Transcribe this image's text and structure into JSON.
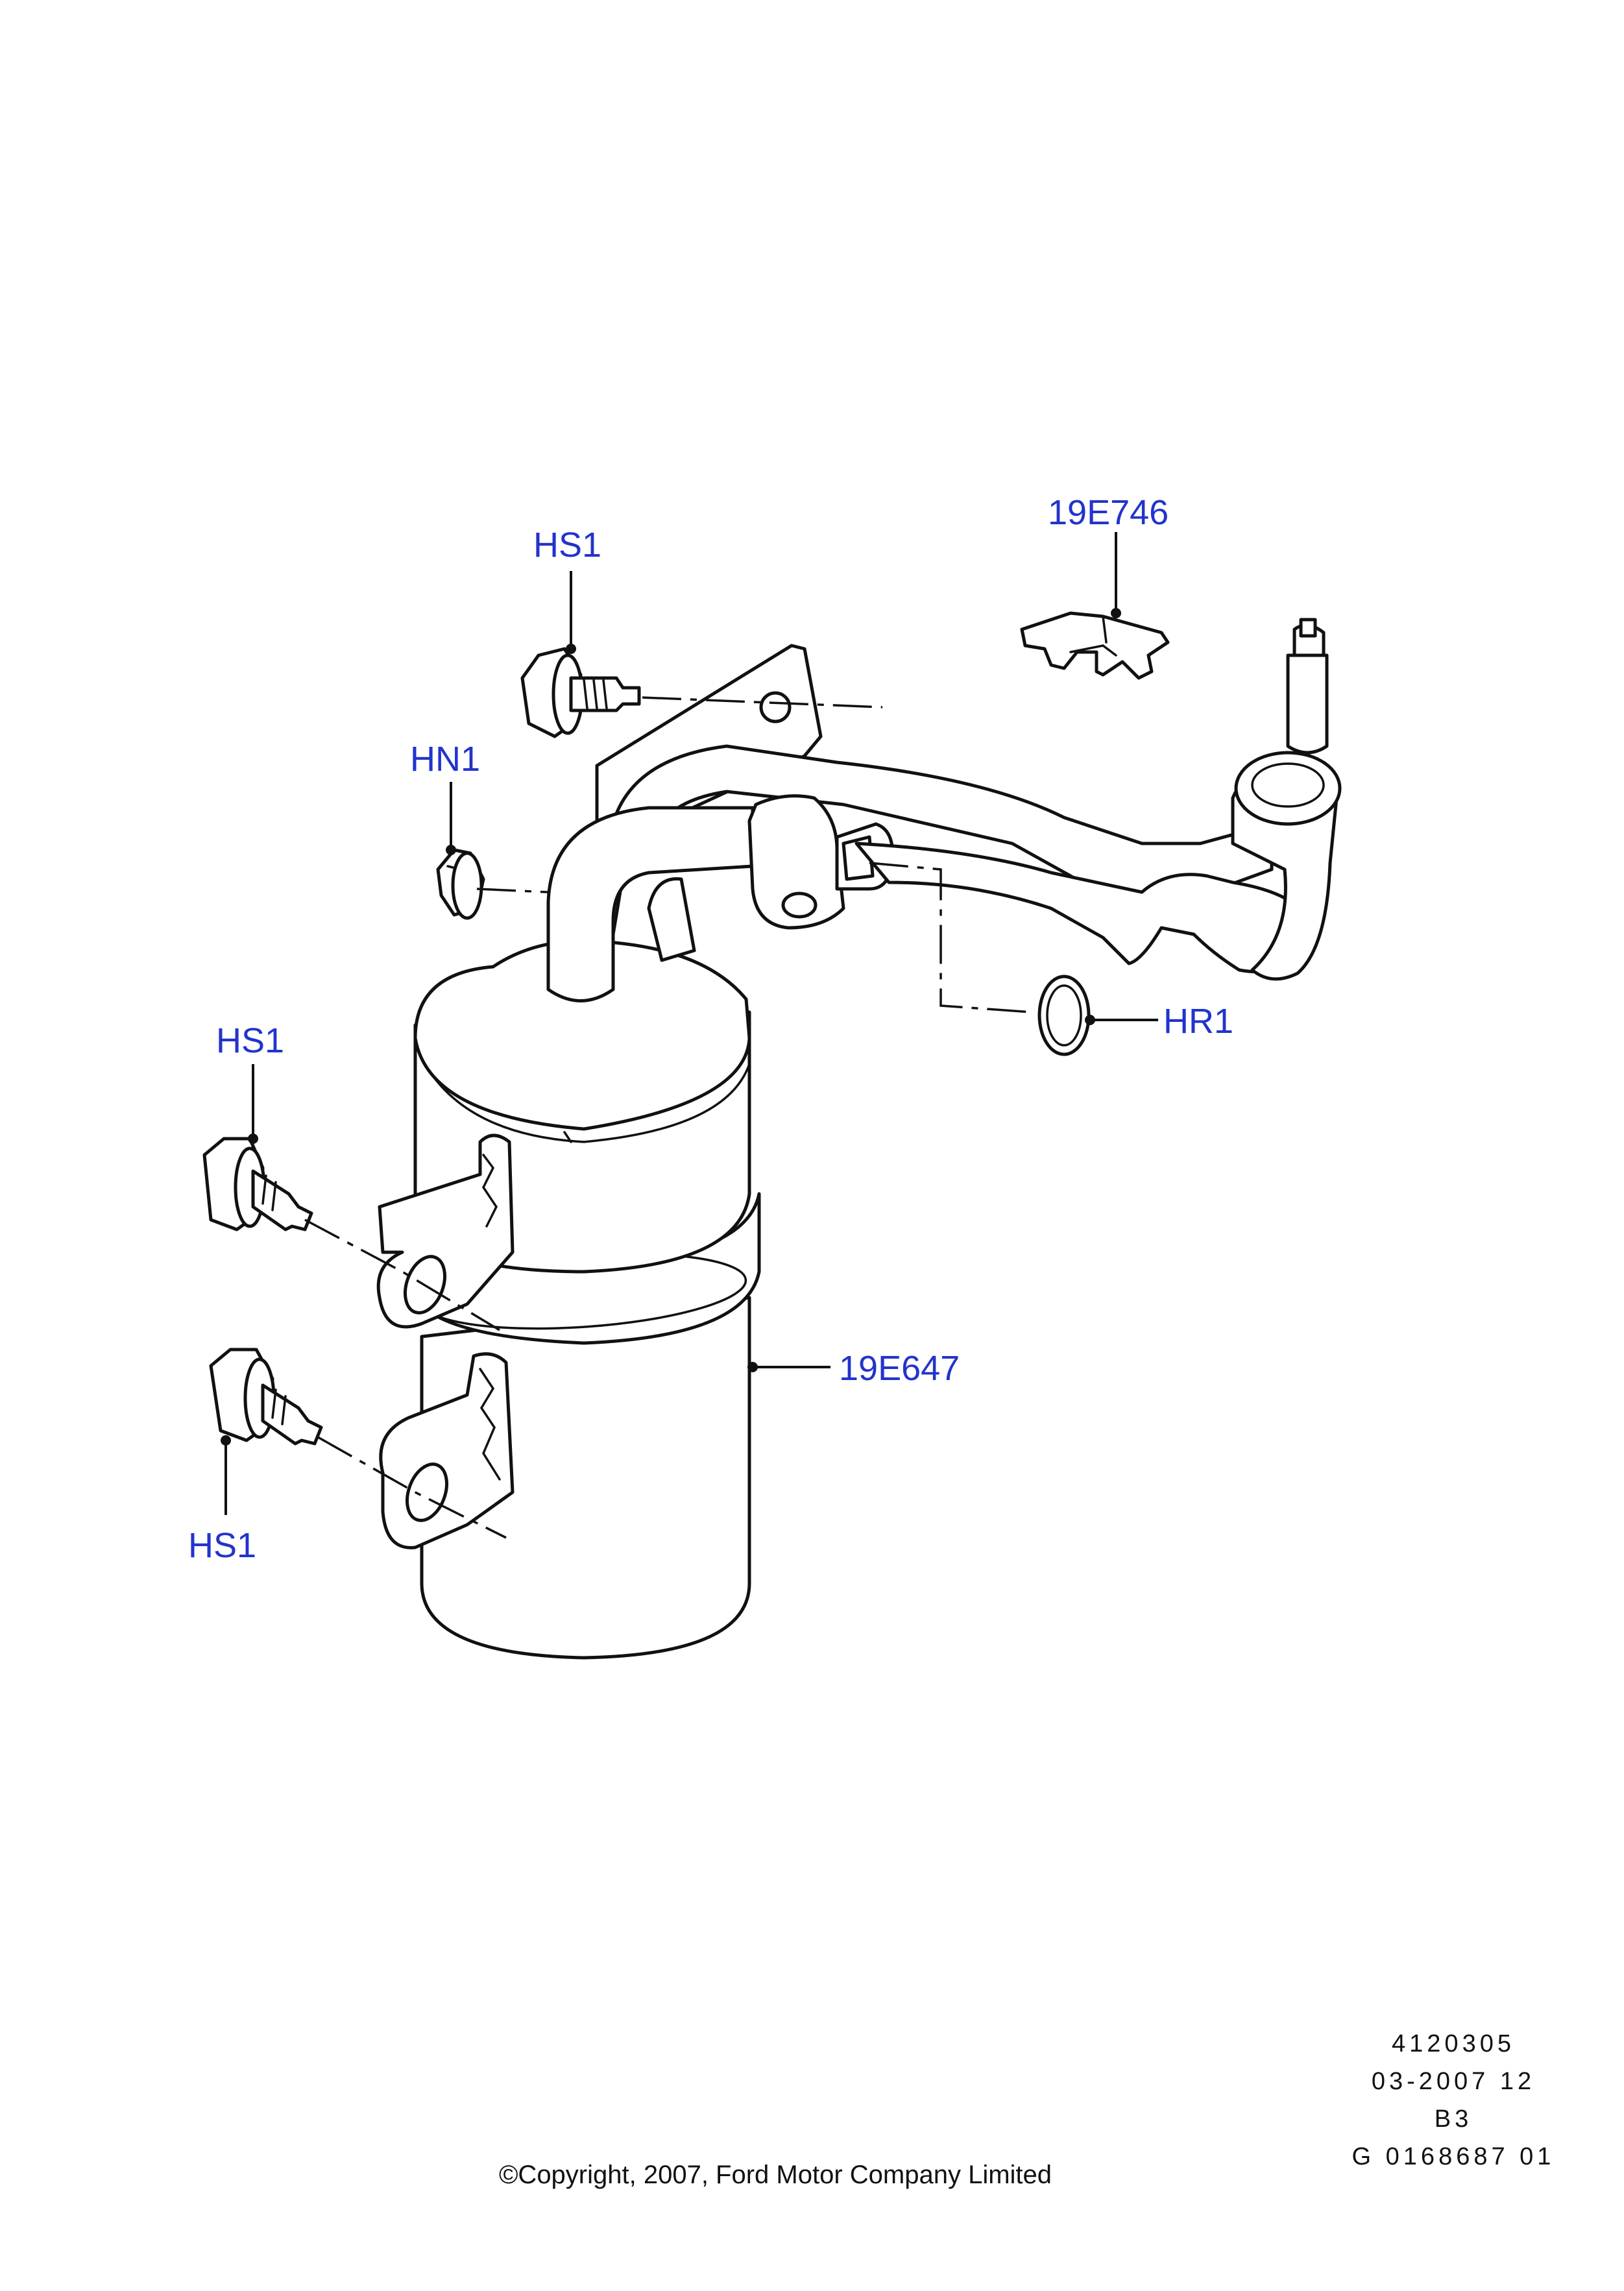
{
  "callouts": {
    "hs1_top": "HS1",
    "part_19e746": "19E746",
    "hn1": "HN1",
    "hr1": "HR1",
    "hs1_mid": "HS1",
    "part_19e647": "19E647",
    "hs1_bottom": "HS1"
  },
  "info_block": {
    "line1": "4120305",
    "line2": "03-2007 12",
    "line3": "B3",
    "line4": "G 0168687 01"
  },
  "copyright": "©Copyright, 2007, Ford Motor Company Limited",
  "colors": {
    "callout_text": "#2233cc",
    "line_art": "#111111",
    "background": "#ffffff"
  }
}
